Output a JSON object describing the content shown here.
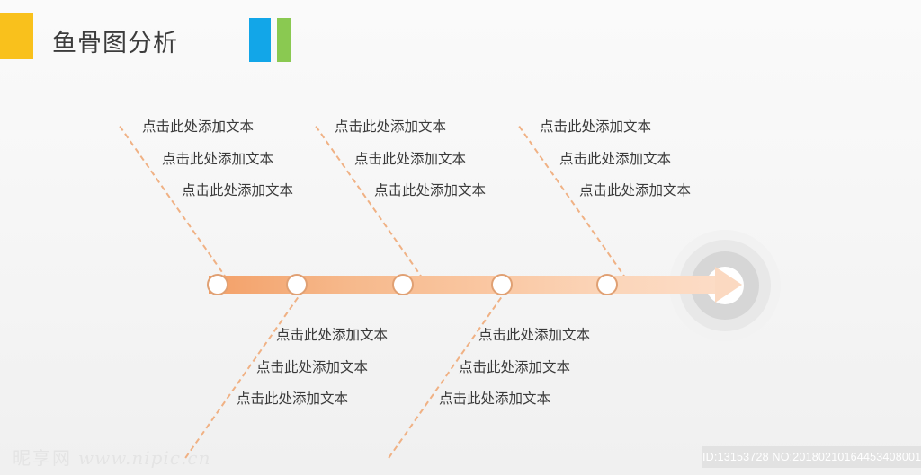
{
  "header": {
    "title": "鱼骨图分析",
    "accent_square_color": "#f9c11c",
    "bar_blue_color": "#12a6e8",
    "bar_green_color": "#8ac951"
  },
  "diagram": {
    "type": "fishbone",
    "spine_gradient_from": "#f3a068",
    "spine_gradient_to": "#fcdcc6",
    "node_border_color": "#e0a073",
    "branch_line_color": "#f0b184",
    "node_count": 5,
    "target_colors": [
      "#f2f2f2",
      "#e8e8e8",
      "#d6d6d6",
      "#ffffff"
    ],
    "placeholder_text": "点击此处添加文本",
    "branches_top": [
      {
        "id": "top-branch-1",
        "lines": [
          "点击此处添加文本",
          "点击此处添加文本",
          "点击此处添加文本"
        ]
      },
      {
        "id": "top-branch-2",
        "lines": [
          "点击此处添加文本",
          "点击此处添加文本",
          "点击此处添加文本"
        ]
      },
      {
        "id": "top-branch-3",
        "lines": [
          "点击此处添加文本",
          "点击此处添加文本",
          "点击此处添加文本"
        ]
      }
    ],
    "branches_bottom": [
      {
        "id": "bottom-branch-1",
        "lines": [
          "点击此处添加文本",
          "点击此处添加文本",
          "点击此处添加文本"
        ]
      },
      {
        "id": "bottom-branch-2",
        "lines": [
          "点击此处添加文本",
          "点击此处添加文本",
          "点击此处添加文本"
        ]
      }
    ]
  },
  "footer": {
    "watermark_cn": "昵享网",
    "watermark_url": "www.nipic.cn",
    "id_text": "ID:13153728 NO:20180210164453408001"
  }
}
